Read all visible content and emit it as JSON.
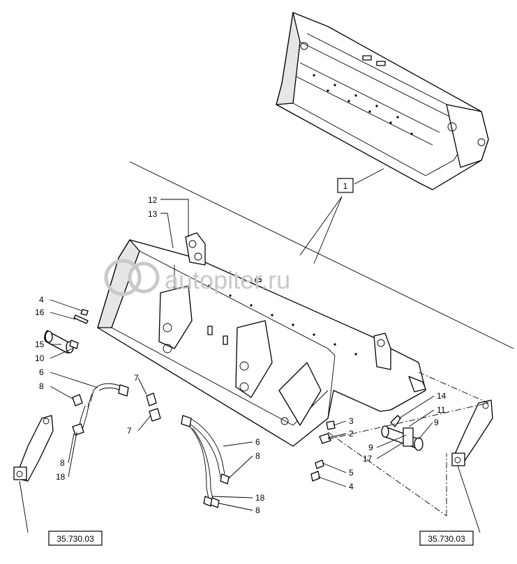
{
  "watermark": {
    "text": "autopiter.ru"
  },
  "labels": {
    "ref_1": "1",
    "l12": "12",
    "l13": "13",
    "l4a": "4",
    "l16": "16",
    "l15": "15",
    "l10": "10",
    "l6a": "6",
    "l8a": "8",
    "l8b": "8",
    "l18a": "18",
    "l7a": "7",
    "l7b": "7",
    "l6b": "6",
    "l8c": "8",
    "l18b": "18",
    "l8d": "8",
    "l3": "3",
    "l2": "2",
    "l5": "5",
    "l4b": "4",
    "l14": "14",
    "l11": "11",
    "l9a": "9",
    "l9b": "9",
    "l17": "17"
  },
  "refs": {
    "left": "35.730.03",
    "right": "35.730.03"
  }
}
